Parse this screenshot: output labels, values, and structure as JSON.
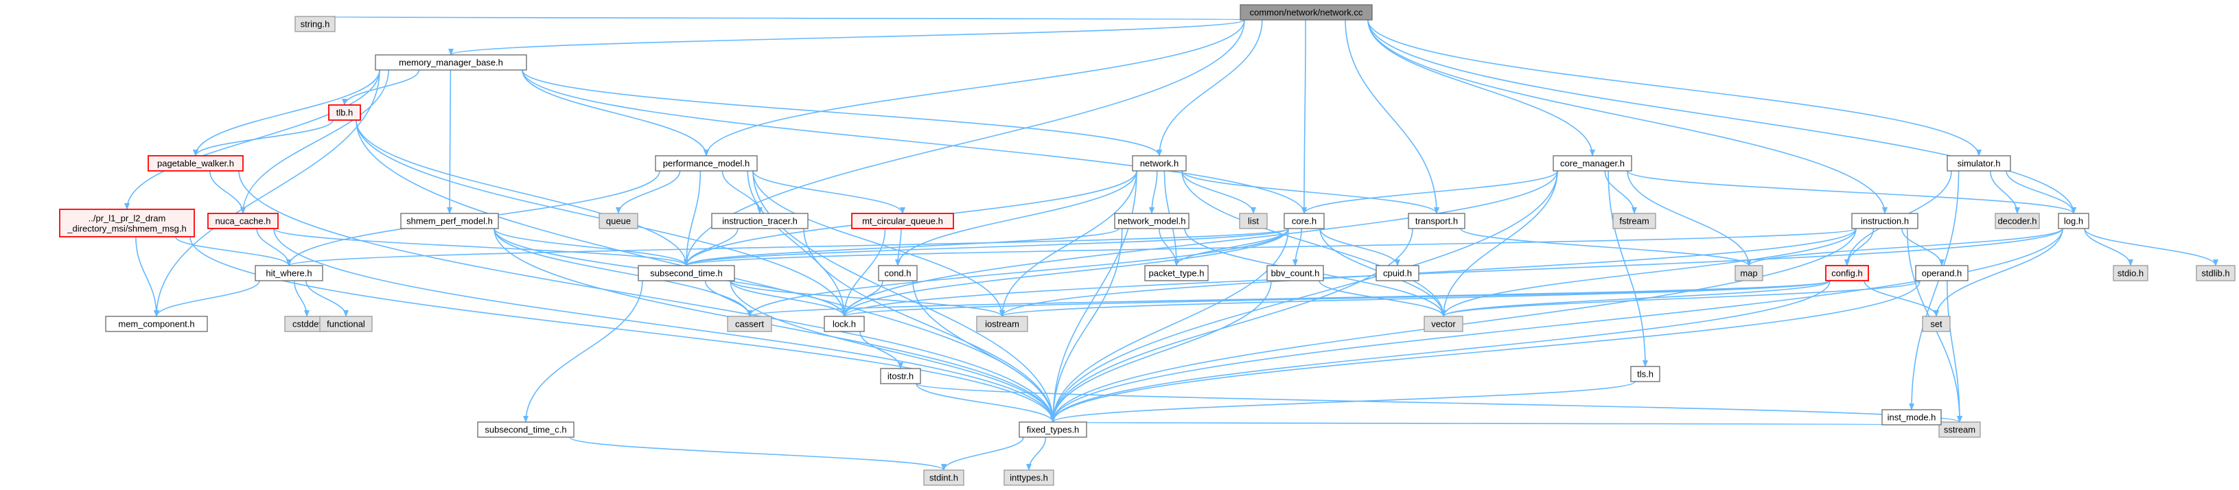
{
  "colors": {
    "edge": "#63b8ff",
    "node_border": "#666666",
    "system_fill": "#e0e0e0",
    "root_fill": "#999999",
    "incomplete_border": "#ff0000"
  },
  "nodes": [
    {
      "id": "root",
      "label": "common/network/network.cc",
      "kind": "root"
    },
    {
      "id": "string",
      "label": "string.h",
      "kind": "system"
    },
    {
      "id": "mmb",
      "label": "memory_manager_base.h",
      "kind": "normal"
    },
    {
      "id": "tlb",
      "label": "tlb.h",
      "kind": "incomplete"
    },
    {
      "id": "pagewalker",
      "label": "pagetable_walker.h",
      "kind": "incomplete"
    },
    {
      "id": "prl1",
      "label": "../pr_l1_pr_l2_dram\n_directory_msi/shmem_msg.h",
      "kind": "incomplete"
    },
    {
      "id": "nuca",
      "label": "nuca_cache.h",
      "kind": "incomplete"
    },
    {
      "id": "hitwhere",
      "label": "hit_where.h",
      "kind": "normal"
    },
    {
      "id": "memcomp",
      "label": "mem_component.h",
      "kind": "normal"
    },
    {
      "id": "cstddef",
      "label": "cstddef",
      "kind": "system"
    },
    {
      "id": "functional",
      "label": "functional",
      "kind": "system"
    },
    {
      "id": "shmemperf",
      "label": "shmem_perf_model.h",
      "kind": "normal"
    },
    {
      "id": "perfmodel",
      "label": "performance_model.h",
      "kind": "normal"
    },
    {
      "id": "queue",
      "label": "queue",
      "kind": "system"
    },
    {
      "id": "insttracer",
      "label": "instruction_tracer.h",
      "kind": "normal"
    },
    {
      "id": "mtcq",
      "label": "mt_circular_queue.h",
      "kind": "incomplete"
    },
    {
      "id": "condh",
      "label": "cond.h",
      "kind": "normal"
    },
    {
      "id": "subtime",
      "label": "subsecond_time.h",
      "kind": "normal"
    },
    {
      "id": "cassert",
      "label": "cassert",
      "kind": "system"
    },
    {
      "id": "lockh",
      "label": "lock.h",
      "kind": "normal"
    },
    {
      "id": "iostream",
      "label": "iostream",
      "kind": "system"
    },
    {
      "id": "subtimec",
      "label": "subsecond_time_c.h",
      "kind": "normal"
    },
    {
      "id": "itostr",
      "label": "itostr.h",
      "kind": "normal"
    },
    {
      "id": "fixedtypes",
      "label": "fixed_types.h",
      "kind": "normal"
    },
    {
      "id": "stdint",
      "label": "stdint.h",
      "kind": "system"
    },
    {
      "id": "inttypes",
      "label": "inttypes.h",
      "kind": "system"
    },
    {
      "id": "networkh",
      "label": "network.h",
      "kind": "normal"
    },
    {
      "id": "networkmodel",
      "label": "network_model.h",
      "kind": "normal"
    },
    {
      "id": "packettype",
      "label": "packet_type.h",
      "kind": "normal"
    },
    {
      "id": "list",
      "label": "list",
      "kind": "system"
    },
    {
      "id": "coreh",
      "label": "core.h",
      "kind": "normal"
    },
    {
      "id": "bbvcount",
      "label": "bbv_count.h",
      "kind": "normal"
    },
    {
      "id": "cpuid",
      "label": "cpuid.h",
      "kind": "normal"
    },
    {
      "id": "vector",
      "label": "vector",
      "kind": "system"
    },
    {
      "id": "transport",
      "label": "transport.h",
      "kind": "normal"
    },
    {
      "id": "coremanager",
      "label": "core_manager.h",
      "kind": "normal"
    },
    {
      "id": "fstream",
      "label": "fstream",
      "kind": "system"
    },
    {
      "id": "map",
      "label": "map",
      "kind": "system"
    },
    {
      "id": "tlsh",
      "label": "tls.h",
      "kind": "normal"
    },
    {
      "id": "instruction",
      "label": "instruction.h",
      "kind": "normal"
    },
    {
      "id": "config",
      "label": "config.h",
      "kind": "incomplete"
    },
    {
      "id": "operand",
      "label": "operand.h",
      "kind": "normal"
    },
    {
      "id": "set",
      "label": "set",
      "kind": "system"
    },
    {
      "id": "sstream",
      "label": "sstream",
      "kind": "system"
    },
    {
      "id": "instmode",
      "label": "inst_mode.h",
      "kind": "normal"
    },
    {
      "id": "simulator",
      "label": "simulator.h",
      "kind": "normal"
    },
    {
      "id": "decoder",
      "label": "decoder.h",
      "kind": "system"
    },
    {
      "id": "logh",
      "label": "log.h",
      "kind": "normal"
    },
    {
      "id": "stdio",
      "label": "stdio.h",
      "kind": "system"
    },
    {
      "id": "stdlib",
      "label": "stdlib.h",
      "kind": "system"
    }
  ],
  "edges": [
    [
      "root",
      "string"
    ],
    [
      "root",
      "mmb"
    ],
    [
      "root",
      "perfmodel"
    ],
    [
      "root",
      "subtime"
    ],
    [
      "root",
      "networkh"
    ],
    [
      "root",
      "coreh"
    ],
    [
      "root",
      "transport"
    ],
    [
      "root",
      "coremanager"
    ],
    [
      "root",
      "instruction"
    ],
    [
      "root",
      "simulator"
    ],
    [
      "root",
      "logh"
    ],
    [
      "mmb",
      "tlb"
    ],
    [
      "mmb",
      "pagewalker"
    ],
    [
      "mmb",
      "prl1"
    ],
    [
      "mmb",
      "nuca"
    ],
    [
      "mmb",
      "memcomp"
    ],
    [
      "mmb",
      "shmemperf"
    ],
    [
      "mmb",
      "perfmodel"
    ],
    [
      "mmb",
      "networkh"
    ],
    [
      "mmb",
      "coreh"
    ],
    [
      "tlb",
      "pagewalker"
    ],
    [
      "tlb",
      "fixedtypes"
    ],
    [
      "tlb",
      "lockh"
    ],
    [
      "tlb",
      "subtime"
    ],
    [
      "pagewalker",
      "nuca"
    ],
    [
      "pagewalker",
      "fixedtypes"
    ],
    [
      "prl1",
      "memcomp"
    ],
    [
      "prl1",
      "hitwhere"
    ],
    [
      "prl1",
      "fixedtypes"
    ],
    [
      "nuca",
      "hitwhere"
    ],
    [
      "nuca",
      "fixedtypes"
    ],
    [
      "nuca",
      "subtime"
    ],
    [
      "hitwhere",
      "memcomp"
    ],
    [
      "hitwhere",
      "cstddef"
    ],
    [
      "hitwhere",
      "functional"
    ],
    [
      "shmemperf",
      "subtime"
    ],
    [
      "shmemperf",
      "lockh"
    ],
    [
      "shmemperf",
      "cassert"
    ],
    [
      "shmemperf",
      "fixedtypes"
    ],
    [
      "perfmodel",
      "queue"
    ],
    [
      "perfmodel",
      "insttracer"
    ],
    [
      "perfmodel",
      "mtcq"
    ],
    [
      "perfmodel",
      "subtime"
    ],
    [
      "perfmodel",
      "hitwhere"
    ],
    [
      "perfmodel",
      "fixedtypes"
    ],
    [
      "perfmodel",
      "lockh"
    ],
    [
      "perfmodel",
      "iostream"
    ],
    [
      "insttracer",
      "subtime"
    ],
    [
      "insttracer",
      "fixedtypes"
    ],
    [
      "mtcq",
      "condh"
    ],
    [
      "mtcq",
      "lockh"
    ],
    [
      "condh",
      "lockh"
    ],
    [
      "condh",
      "fixedtypes"
    ],
    [
      "subtime",
      "fixedtypes"
    ],
    [
      "subtime",
      "lockh"
    ],
    [
      "subtime",
      "cassert"
    ],
    [
      "subtime",
      "iostream"
    ],
    [
      "subtime",
      "subtimec"
    ],
    [
      "subtimec",
      "stdint"
    ],
    [
      "lockh",
      "itostr"
    ],
    [
      "itostr",
      "fixedtypes"
    ],
    [
      "itostr",
      "sstream"
    ],
    [
      "fixedtypes",
      "stdint"
    ],
    [
      "fixedtypes",
      "inttypes"
    ],
    [
      "networkh",
      "networkmodel"
    ],
    [
      "networkh",
      "packettype"
    ],
    [
      "networkh",
      "list"
    ],
    [
      "networkh",
      "condh"
    ],
    [
      "networkh",
      "transport"
    ],
    [
      "networkh",
      "fixedtypes"
    ],
    [
      "networkh",
      "subtime"
    ],
    [
      "networkh",
      "iostream"
    ],
    [
      "networkh",
      "vector"
    ],
    [
      "networkmodel",
      "subtime"
    ],
    [
      "networkmodel",
      "packettype"
    ],
    [
      "networkmodel",
      "fixedtypes"
    ],
    [
      "networkmodel",
      "vector"
    ],
    [
      "coreh",
      "bbvcount"
    ],
    [
      "coreh",
      "cpuid"
    ],
    [
      "coreh",
      "packettype"
    ],
    [
      "coreh",
      "subtime"
    ],
    [
      "coreh",
      "hitwhere"
    ],
    [
      "coreh",
      "fixedtypes"
    ],
    [
      "coreh",
      "lockh"
    ],
    [
      "coreh",
      "vector"
    ],
    [
      "coreh",
      "cassert"
    ],
    [
      "bbvcount",
      "fixedtypes"
    ],
    [
      "bbvcount",
      "vector"
    ],
    [
      "transport",
      "fixedtypes"
    ],
    [
      "transport",
      "map"
    ],
    [
      "coremanager",
      "coreh"
    ],
    [
      "coremanager",
      "fstream"
    ],
    [
      "coremanager",
      "map"
    ],
    [
      "coremanager",
      "tlsh"
    ],
    [
      "coremanager",
      "fixedtypes"
    ],
    [
      "coremanager",
      "lockh"
    ],
    [
      "coremanager",
      "vector"
    ],
    [
      "coremanager",
      "logh"
    ],
    [
      "tlsh",
      "fixedtypes"
    ],
    [
      "instruction",
      "config"
    ],
    [
      "instruction",
      "operand"
    ],
    [
      "instruction",
      "subtime"
    ],
    [
      "instruction",
      "fixedtypes"
    ],
    [
      "instruction",
      "vector"
    ],
    [
      "instruction",
      "iostream"
    ],
    [
      "instruction",
      "sstream"
    ],
    [
      "config",
      "fixedtypes"
    ],
    [
      "config",
      "iostream"
    ],
    [
      "config",
      "set"
    ],
    [
      "config",
      "lockh"
    ],
    [
      "config",
      "vector"
    ],
    [
      "config",
      "cassert"
    ],
    [
      "operand",
      "fixedtypes"
    ],
    [
      "operand",
      "vector"
    ],
    [
      "operand",
      "sstream"
    ],
    [
      "instmode",
      "fixedtypes"
    ],
    [
      "simulator",
      "decoder"
    ],
    [
      "simulator",
      "config"
    ],
    [
      "simulator",
      "instmode"
    ],
    [
      "simulator",
      "logh"
    ],
    [
      "logh",
      "stdio"
    ],
    [
      "logh",
      "stdlib"
    ],
    [
      "logh",
      "fixedtypes"
    ],
    [
      "logh",
      "lockh"
    ],
    [
      "logh",
      "set"
    ],
    [
      "logh",
      "map"
    ]
  ]
}
